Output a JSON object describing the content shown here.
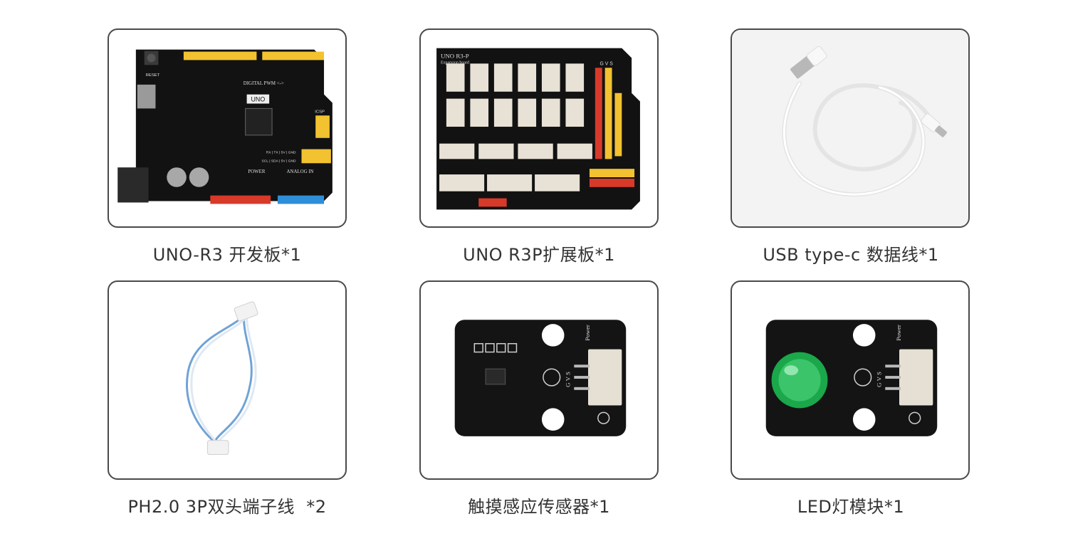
{
  "items": [
    {
      "caption": "UNO-R3 开发板*1",
      "board_labels": {
        "reset": "RESET",
        "digital": "DIGITAL PWM <->",
        "chip": "UNO",
        "icsp": "ICSP",
        "power": "POWER",
        "analog": "ANALOG IN",
        "serial": "RX | TX | 5V | GND",
        "i2c": "SCL | SDA | 5V | GND"
      }
    },
    {
      "caption": "UNO R3P扩展板*1",
      "board_labels": {
        "title": "UNO R3-P",
        "subtitle": "Expansion board",
        "pins": "G V S"
      }
    },
    {
      "caption": "USB type-c 数据线*1"
    },
    {
      "caption": "PH2.0 3P双头端子线  *2"
    },
    {
      "caption": "触摸感应传感器*1",
      "board_labels": {
        "power": "Power",
        "pins": "G V S"
      }
    },
    {
      "caption": "LED灯模块*1",
      "board_labels": {
        "power": "Power",
        "pins": "G V S"
      }
    }
  ],
  "colors": {
    "card_border": "#4a4a4a",
    "caption_text": "#333333",
    "pcb": "#111111",
    "header_yellow": "#f2c230",
    "header_red": "#d83a2a",
    "header_blue": "#2f8ed8",
    "led_green": "#1aa84a"
  }
}
